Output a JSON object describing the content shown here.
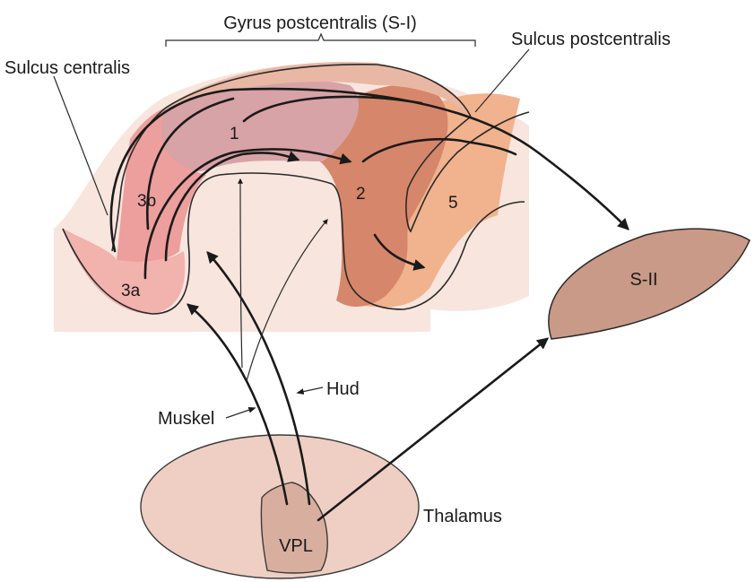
{
  "labels": {
    "gyrus": "Gyrus postcentralis (S-I)",
    "sulcus_post": "Sulcus postcentralis",
    "sulcus_central": "Sulcus centralis",
    "area_1": "1",
    "area_2": "2",
    "area_3a": "3a",
    "area_3b": "3b",
    "area_5": "5",
    "s2": "S-II",
    "hud": "Hud",
    "muskel": "Muskel",
    "thalamus": "Thalamus",
    "vpl": "VPL"
  },
  "colors": {
    "area_3a": "#f2b2ad",
    "area_3b": "#ec9f9c",
    "area_1": "#d7a3a6",
    "area_2": "#d6866a",
    "area_5": "#f1b28e",
    "cortex_back": "#f3cfc2",
    "s2": "#c99a87",
    "thalamus": "#efcfc3",
    "vpl": "#d8ae9f"
  }
}
